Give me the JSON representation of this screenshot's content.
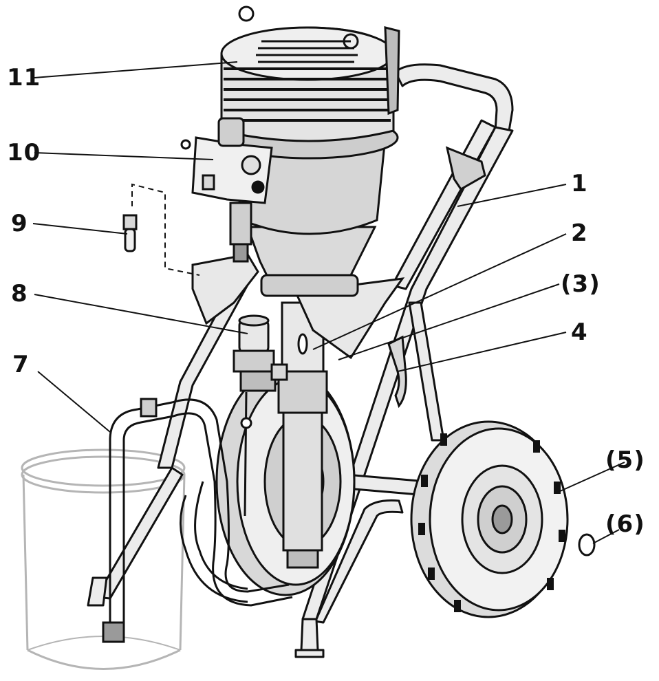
{
  "figure": {
    "ink": "#111111",
    "metal": "#e6e6e6",
    "shade": "#c9c9c9",
    "dark": "#9a9a9a",
    "bucket": "#b5b5b5"
  },
  "callouts": [
    {
      "id": "c1",
      "text": "1"
    },
    {
      "id": "c2",
      "text": "2"
    },
    {
      "id": "c3",
      "text": "(3)"
    },
    {
      "id": "c4",
      "text": "4"
    },
    {
      "id": "c5",
      "text": "(5)"
    },
    {
      "id": "c6",
      "text": "(6)"
    },
    {
      "id": "c7",
      "text": "7"
    },
    {
      "id": "c8",
      "text": "8"
    },
    {
      "id": "c9",
      "text": "9"
    },
    {
      "id": "c10",
      "text": "10"
    },
    {
      "id": "c11",
      "text": "11"
    }
  ]
}
